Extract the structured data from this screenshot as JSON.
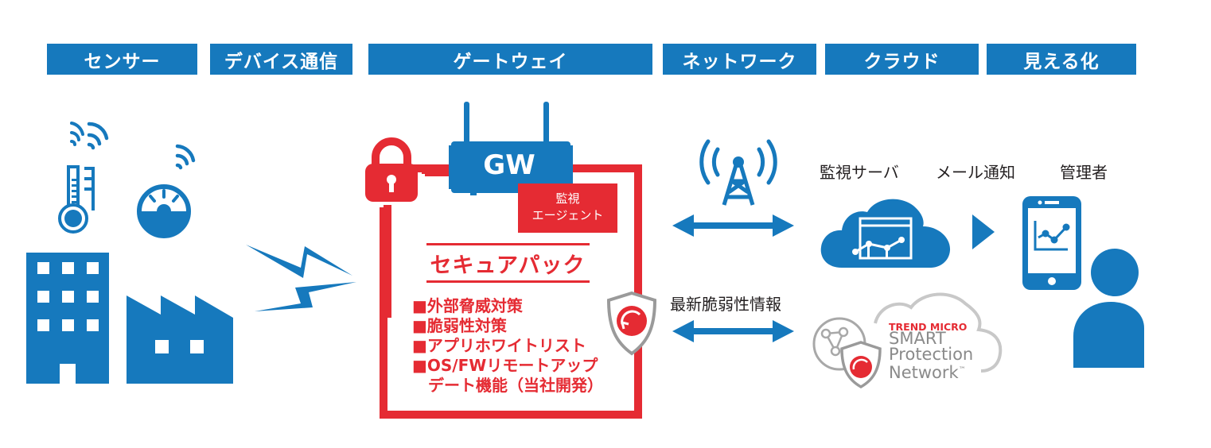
{
  "colors": {
    "blue": "#1679bd",
    "red": "#e52b33",
    "gray": "#9a9a9a",
    "text": "#231f20"
  },
  "header": {
    "stages": [
      {
        "label": "センサー"
      },
      {
        "label": "デバイス通信"
      },
      {
        "label": "ゲートウェイ"
      },
      {
        "label": "ネットワーク"
      },
      {
        "label": "クラウド"
      },
      {
        "label": "見える化"
      }
    ]
  },
  "gateway": {
    "device_label": "GW",
    "agent_label_line1": "監視",
    "agent_label_line2": "エージェント",
    "pack_title": "セキュアパック",
    "pack_items": [
      "■外部脅威対策",
      "■脆弱性対策",
      "■アプリホワイトリスト",
      "■OS/FWリモートアップ",
      "　デート機能（当社開発）"
    ]
  },
  "network": {
    "vulnerability_label": "最新脆弱性情報"
  },
  "cloud": {
    "labels": [
      "監視サーバ",
      "メール通知",
      "管理者"
    ]
  },
  "trend_micro": {
    "brand": "TREND MICRO",
    "line1": "SMART",
    "line2": "Protection",
    "line3": "Network",
    "tm_mark": "™"
  },
  "icons": [
    "thermometer-icon",
    "gauge-icon",
    "wifi-signal-icon",
    "office-building-icon",
    "factory-icon",
    "lightning-icon",
    "padlock-icon",
    "gateway-router-icon",
    "shield-icon",
    "antenna-tower-icon",
    "double-arrow-icon",
    "cloud-chart-icon",
    "play-arrow-icon",
    "smartphone-chart-icon",
    "person-icon",
    "globe-network-icon"
  ]
}
